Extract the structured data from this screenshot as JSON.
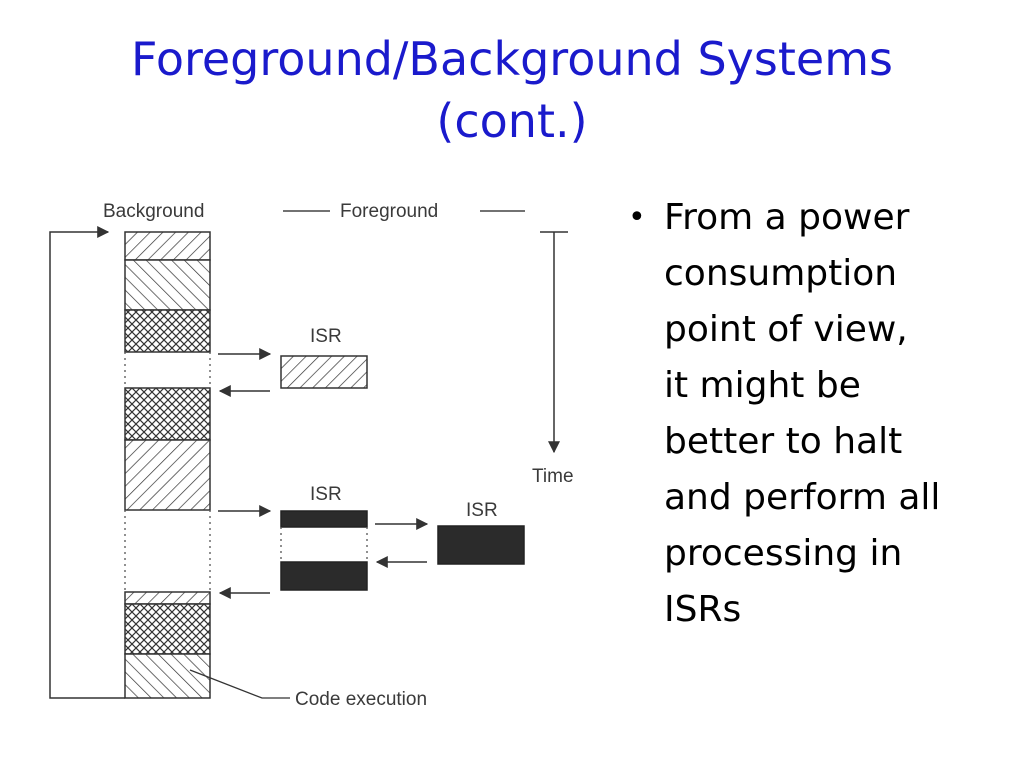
{
  "slide": {
    "title_line1": "Foreground/Background Systems",
    "title_line2": "(cont.)",
    "title_color": "#1a1acc"
  },
  "diagram": {
    "labels": {
      "background": "Background",
      "foreground": "Foreground",
      "time": "Time",
      "isr_1": "ISR",
      "isr_2": "ISR",
      "isr_nested": "ISR",
      "code_execution": "Code execution"
    },
    "patterns": [
      "diagonal-hatch",
      "reverse-diagonal-hatch",
      "cross-hatch",
      "solid-dark"
    ]
  },
  "bullets": [
    {
      "marker": "•",
      "lines": [
        "From a power",
        "consumption",
        "point of view,",
        "it might be",
        "better to halt",
        "and perform all",
        "processing in",
        "ISRs"
      ]
    }
  ]
}
